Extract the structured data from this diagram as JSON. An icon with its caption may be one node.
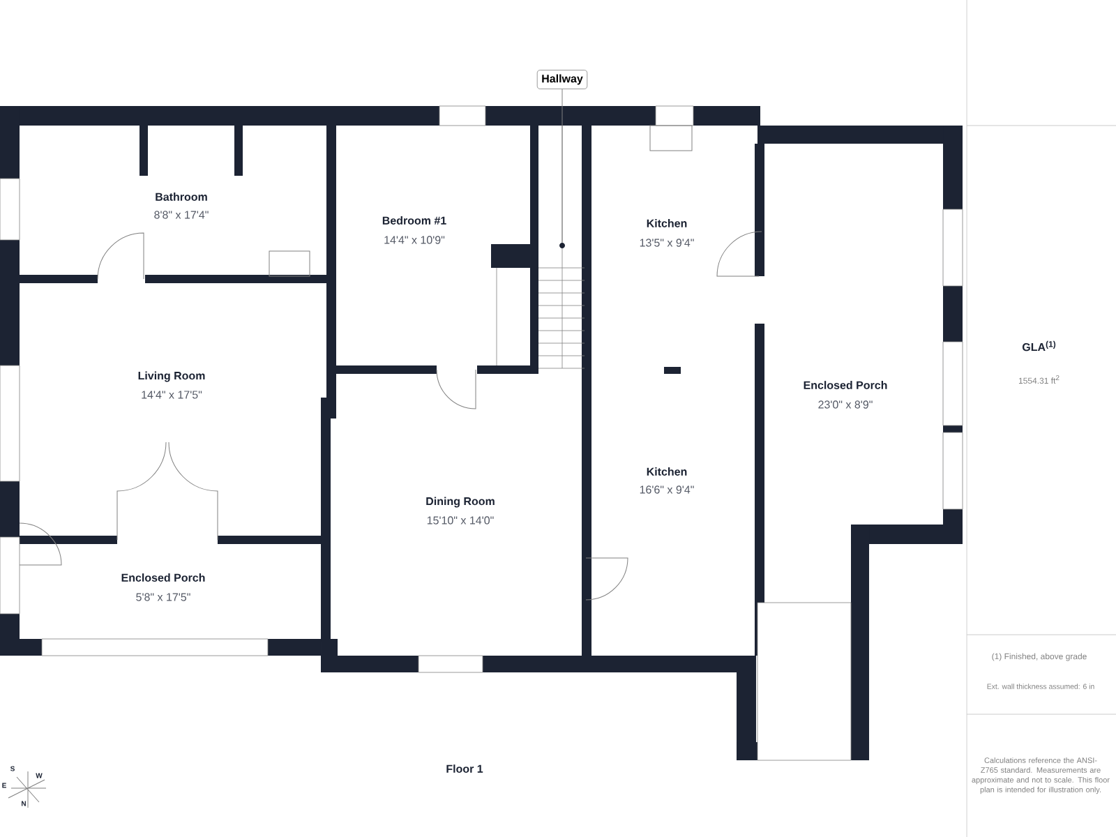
{
  "diagram": {
    "nodes": [
      {
        "text": [
          "Hallway"
        ]
      },
      {
        "text": [],
        "shape": "circle"
      }
    ],
    "edges": [
      {
        "from": 0,
        "to": 1,
        "arrow": "none"
      }
    ],
    "labels": [
      "Bathroom",
      "8'8\" x 17'4\"",
      "Bedroom #1",
      "14'4\" x 10'9\"",
      "Kitchen",
      "13'5\" x 9'4\"",
      "GLA$^{(1)}$",
      "1554.31 ft$^{2}$",
      "Living Room",
      "14'4\" x 17'5\"",
      "Enclosed Porch",
      "23'0\" x 8'9\"",
      "Kitchen",
      "16'6\" x 9'4\"",
      "Dining Room",
      "15'10\" x 14'0\"",
      "Enclosed Porch",
      "5'8\" x 17'5\"",
      "(1) Finished, above grade",
      "Ext. wall thickness assumed: 6 in",
      "Calculations reference the ANSI-Z765 standard. Measurements are approximate and not to scale. This floor plan is intended for illustration only.",
      "S",
      "W",
      "E",
      "Floor 1",
      "N"
    ]
  }
}
